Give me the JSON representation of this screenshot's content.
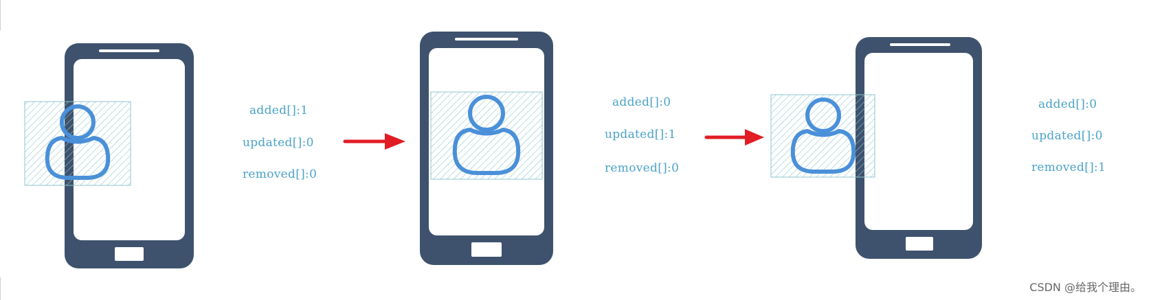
{
  "stages": [
    {
      "added": "added[]:1",
      "updated": "updated[]:0",
      "removed": "removed[]:0"
    },
    {
      "added": "added[]:0",
      "updated": "updated[]:1",
      "removed": "removed[]:0"
    },
    {
      "added": "added[]:0",
      "updated": "updated[]:0",
      "removed": "removed[]:1"
    }
  ],
  "watermark": "CSDN @给我个理由。",
  "colors": {
    "phone": "#3e526d",
    "person": "#4a90d9",
    "hatch": "#8fc6cc",
    "arrow": "#e21c25",
    "text": "#4aa3c8"
  }
}
